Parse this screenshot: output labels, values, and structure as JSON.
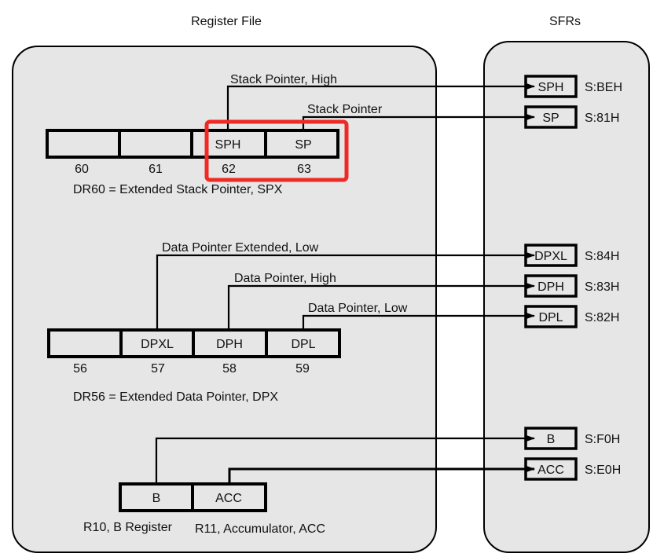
{
  "titles": {
    "register_file": "Register File",
    "sfrs": "SFRs"
  },
  "highlight_color": "#ee2a24",
  "groups": [
    {
      "id": "stack",
      "cells": [
        {
          "label": "",
          "index": "60"
        },
        {
          "label": "",
          "index": "61"
        },
        {
          "label": "SPH",
          "index": "62"
        },
        {
          "label": "SP",
          "index": "63"
        }
      ],
      "caption": "DR60 = Extended Stack Pointer, SPX",
      "connections": [
        {
          "label": "Stack Pointer, High",
          "from_cell": "SPH",
          "sfr": "SPH",
          "address": "S:BEH"
        },
        {
          "label": "Stack Pointer",
          "from_cell": "SP",
          "sfr": "SP",
          "address": "S:81H"
        }
      ],
      "highlighted_cells": [
        "62",
        "63"
      ]
    },
    {
      "id": "data-pointer",
      "cells": [
        {
          "label": "",
          "index": "56"
        },
        {
          "label": "DPXL",
          "index": "57"
        },
        {
          "label": "DPH",
          "index": "58"
        },
        {
          "label": "DPL",
          "index": "59"
        }
      ],
      "caption": "DR56 = Extended Data Pointer, DPX",
      "connections": [
        {
          "label": "Data Pointer Extended, Low",
          "from_cell": "DPXL",
          "sfr": "DPXL",
          "address": "S:84H"
        },
        {
          "label": "Data Pointer, High",
          "from_cell": "DPH",
          "sfr": "DPH",
          "address": "S:83H"
        },
        {
          "label": "Data Pointer, Low",
          "from_cell": "DPL",
          "sfr": "DPL",
          "address": "S:82H"
        }
      ]
    },
    {
      "id": "acc-b",
      "cells": [
        {
          "label": "B",
          "caption": "R10, B Register"
        },
        {
          "label": "ACC",
          "caption": "R11, Accumulator, ACC"
        }
      ],
      "connections": [
        {
          "label": "",
          "from_cell": "B",
          "sfr": "B",
          "address": "S:F0H"
        },
        {
          "label": "",
          "from_cell": "ACC",
          "sfr": "ACC",
          "address": "S:E0H"
        }
      ]
    }
  ]
}
